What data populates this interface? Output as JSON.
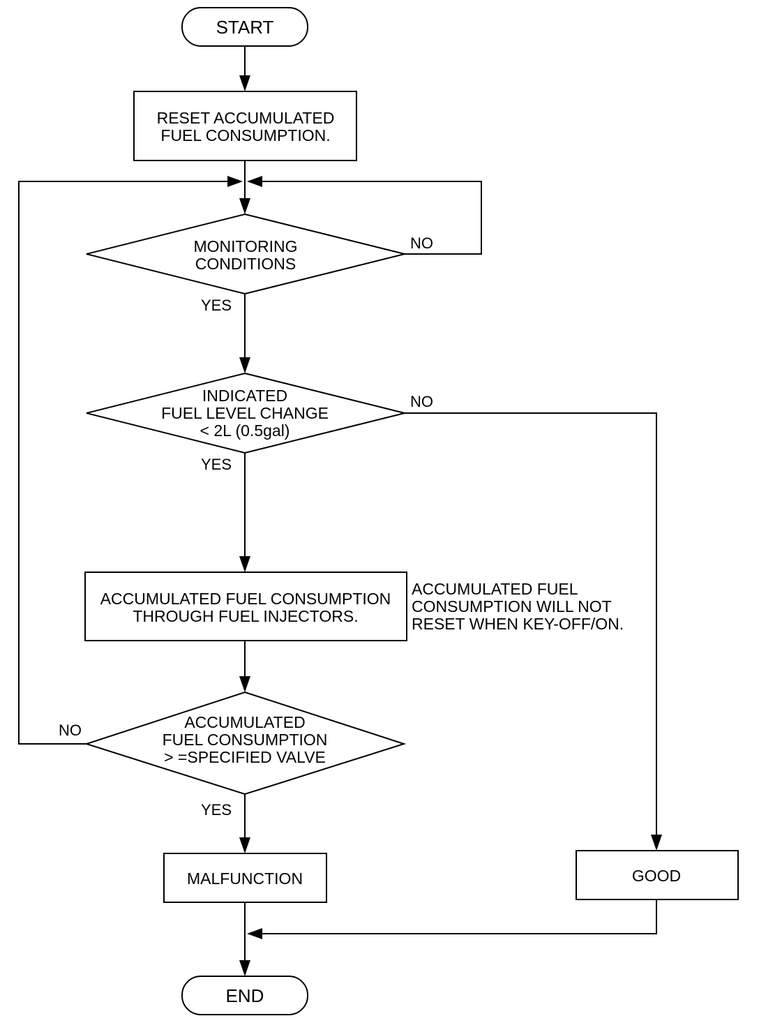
{
  "start": "START",
  "reset_box": [
    "RESET ACCUMULATED",
    "FUEL CONSUMPTION."
  ],
  "monitoring": [
    "MONITORING",
    "CONDITIONS"
  ],
  "level_change": [
    "INDICATED",
    "FUEL LEVEL CHANGE",
    "< 2L (0.5gal)"
  ],
  "accumulate_box": [
    "ACCUMULATED FUEL CONSUMPTION",
    "THROUGH FUEL INJECTORS."
  ],
  "note": [
    "ACCUMULATED FUEL",
    "CONSUMPTION WILL NOT",
    "RESET WHEN KEY-OFF/ON."
  ],
  "specified": [
    "ACCUMULATED",
    "FUEL  CONSUMPTION",
    "> =SPECIFIED VALVE"
  ],
  "malfunction": "MALFUNCTION",
  "good": "GOOD",
  "end": "END",
  "labels": {
    "no_monitoring": "NO",
    "yes_monitoring": "YES",
    "no_level": "NO",
    "yes_level": "YES",
    "no_specified": "NO",
    "yes_specified": "YES"
  }
}
